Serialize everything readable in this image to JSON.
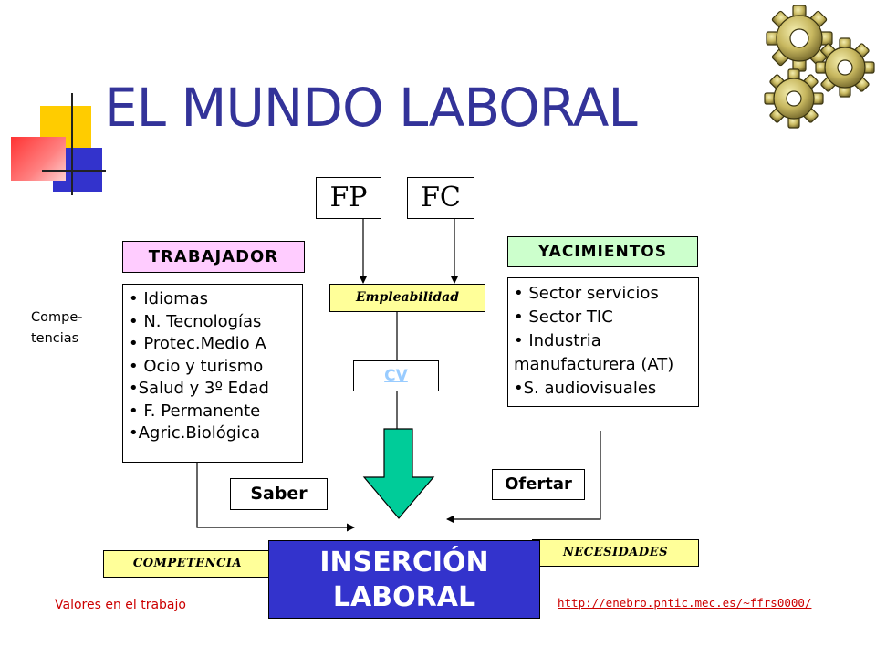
{
  "slide": {
    "title": "EL MUNDO LABORAL"
  },
  "diagram": {
    "fp": "FP",
    "fc": "FC",
    "trabajador": {
      "header": "TRABAJADOR",
      "items": [
        "• Idiomas",
        "• N. Tecnologías",
        "• Protec.Medio A",
        "• Ocio y turismo",
        "•Salud y 3º Edad",
        "• F. Permanente",
        "•Agric.Biológica"
      ]
    },
    "yacimientos": {
      "header": "YACIMIENTOS",
      "items": [
        "• Sector servicios",
        "• Sector TIC",
        "• Industria",
        "manufacturera (AT)",
        "•S. audiovisuales"
      ]
    },
    "competencias_label": [
      "Compe-",
      "tencias"
    ],
    "empleabilidad": "Empleabilidad",
    "cv": "CV",
    "saber": "Saber",
    "ofertar": "Ofertar",
    "competencia": "COMPETENCIA",
    "necesidades": "NECESIDADES",
    "insercion": [
      "INSERCIÓN",
      "LABORAL"
    ]
  },
  "links": {
    "valores": "Valores en el trabajo",
    "url": "http://enebro.pntic.mec.es/~ffrs0000/"
  },
  "colors": {
    "title": "#333399",
    "insercion_bg": "#3333cc",
    "trabajador_bg": "#ffccff",
    "yacimientos_bg": "#ccffcc",
    "label_yellow": "#ffff99",
    "arrow_green": "#00cc99",
    "link_red": "#cc0000"
  },
  "icons": [
    "gears-icon",
    "logo-squares-icon",
    "down-arrow-icon"
  ]
}
